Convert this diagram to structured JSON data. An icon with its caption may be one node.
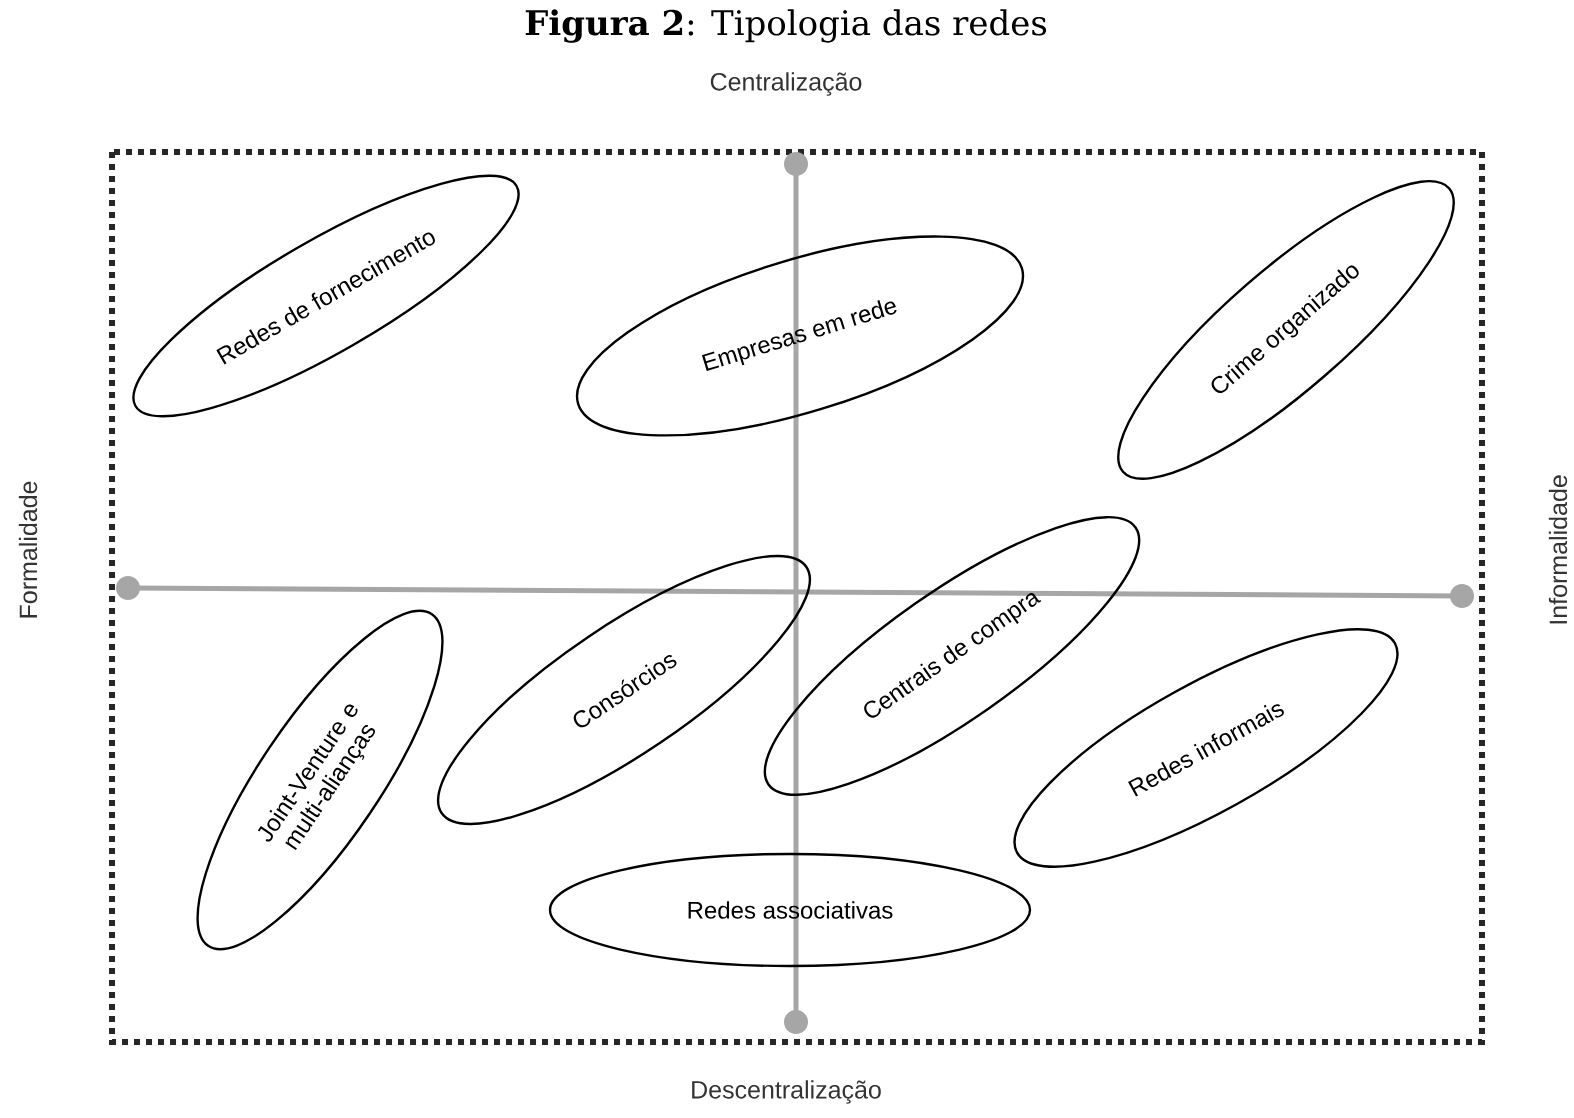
{
  "diagram": {
    "title": "**Figura 2**: Tipologia das redes",
    "nodes": [
      {
        "text": [
          "Redes de fornecimento"
        ]
      },
      {
        "text": [
          "Empresas em rede"
        ]
      },
      {
        "text": [
          "Crime organizado"
        ]
      },
      {
        "text": [
          "Centrais de compra"
        ]
      },
      {
        "text": [
          "Consórcios"
        ]
      },
      {
        "text": [
          "Joint-Venture e multi-alianças"
        ]
      },
      {
        "text": [
          "Redes informais"
        ]
      },
      {
        "text": [
          "Redes associativas"
        ]
      }
    ],
    "labels": [
      "Centralização",
      "Formalidade",
      "Informalidade",
      "Descentralização"
    ]
  }
}
